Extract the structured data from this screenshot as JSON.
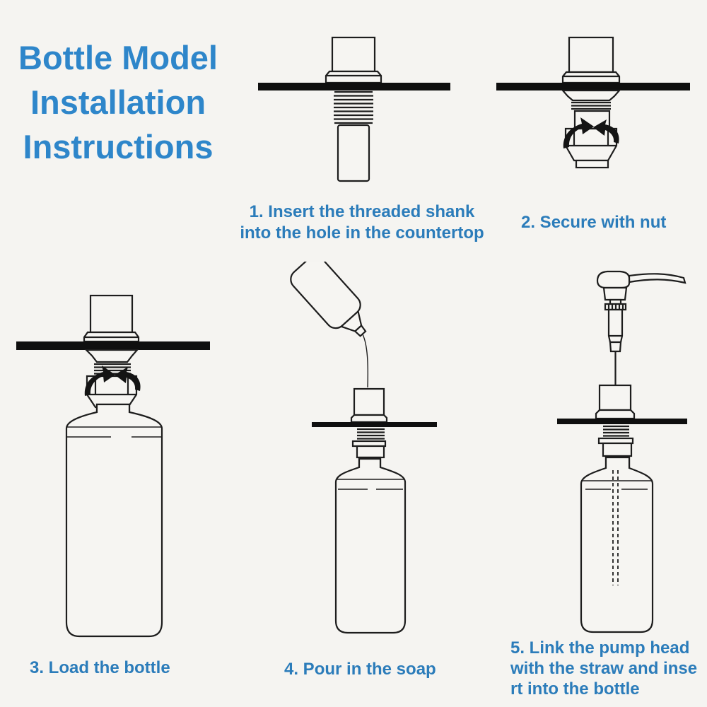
{
  "title": {
    "text": "Bottle Model Installation Instructions",
    "lines": [
      "Bottle Model",
      "Installation",
      "Instructions"
    ],
    "color": "#2e86ca"
  },
  "steps": [
    {
      "number": "1",
      "caption": "1. Insert the threaded shank into the hole in the countertop",
      "caption_lines": [
        "1. Insert the threaded shank",
        "into the hole in the countertop"
      ],
      "figure": "threaded-shank-through-countertop"
    },
    {
      "number": "2",
      "caption": "2. Secure with nut",
      "caption_lines": [
        "2. Secure with nut"
      ],
      "figure": "nut-tightened-under-countertop"
    },
    {
      "number": "3",
      "caption": "3. Load the bottle",
      "caption_lines": [
        "3. Load the bottle"
      ],
      "figure": "bottle-attached-under-countertop"
    },
    {
      "number": "4",
      "caption": "4. Pour in the soap",
      "caption_lines": [
        "4. Pour in the soap"
      ],
      "figure": "soap-poured-into-shank"
    },
    {
      "number": "5",
      "caption": "5. Link the pump head with the straw and insert into the bottle",
      "caption_lines": [
        "5. Link the pump head",
        "with the straw and inse",
        "rt into the bottle"
      ],
      "figure": "pump-head-with-straw-in-bottle"
    }
  ],
  "colors": {
    "caption_blue": "#2b7cba",
    "title_blue": "#2e86ca",
    "line_black": "#1d1d1d",
    "countertop_black": "#0f0f0f",
    "background": "#f5f4f1"
  }
}
